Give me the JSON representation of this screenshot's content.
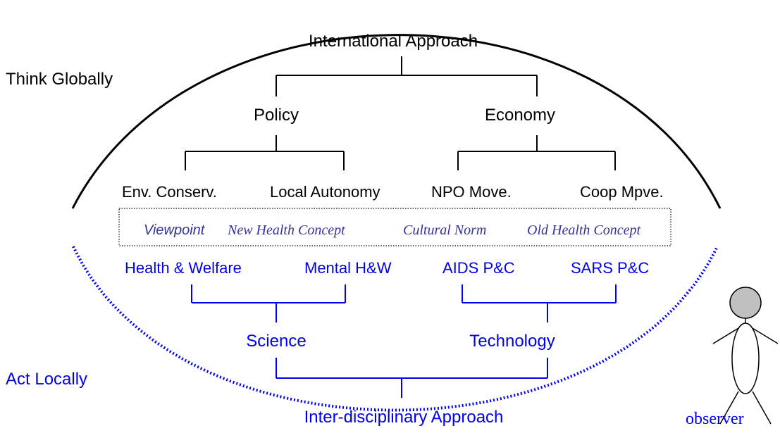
{
  "colors": {
    "black": "#000000",
    "blue": "#0000ee",
    "viewpoint": "#333399",
    "head_fill": "#c0c0c0"
  },
  "labels": {
    "think_globally": "Think Globally",
    "act_locally": "Act Locally",
    "international_approach": "International Approach",
    "policy": "Policy",
    "economy": "Economy",
    "env_conserv": "Env. Conserv.",
    "local_autonomy": "Local Autonomy",
    "npo_move": "NPO Move.",
    "coop_mpve": "Coop Mpve.",
    "health_welfare": "Health & Welfare",
    "mental_hw": "Mental H&W",
    "aids_pc": "AIDS P&C",
    "sars_pc": "SARS P&C",
    "science": "Science",
    "technology": "Technology",
    "interdisciplinary_approach": "Inter-disciplinary Approach",
    "observer": "observer"
  },
  "viewpoint_box": {
    "viewpoint": "Viewpoint",
    "new_health_concept": "New Health Concept",
    "cultural_norm": "Cultural Norm",
    "old_health_concept": "Old Health Concept"
  },
  "icons": [
    "observer-figure-icon"
  ]
}
